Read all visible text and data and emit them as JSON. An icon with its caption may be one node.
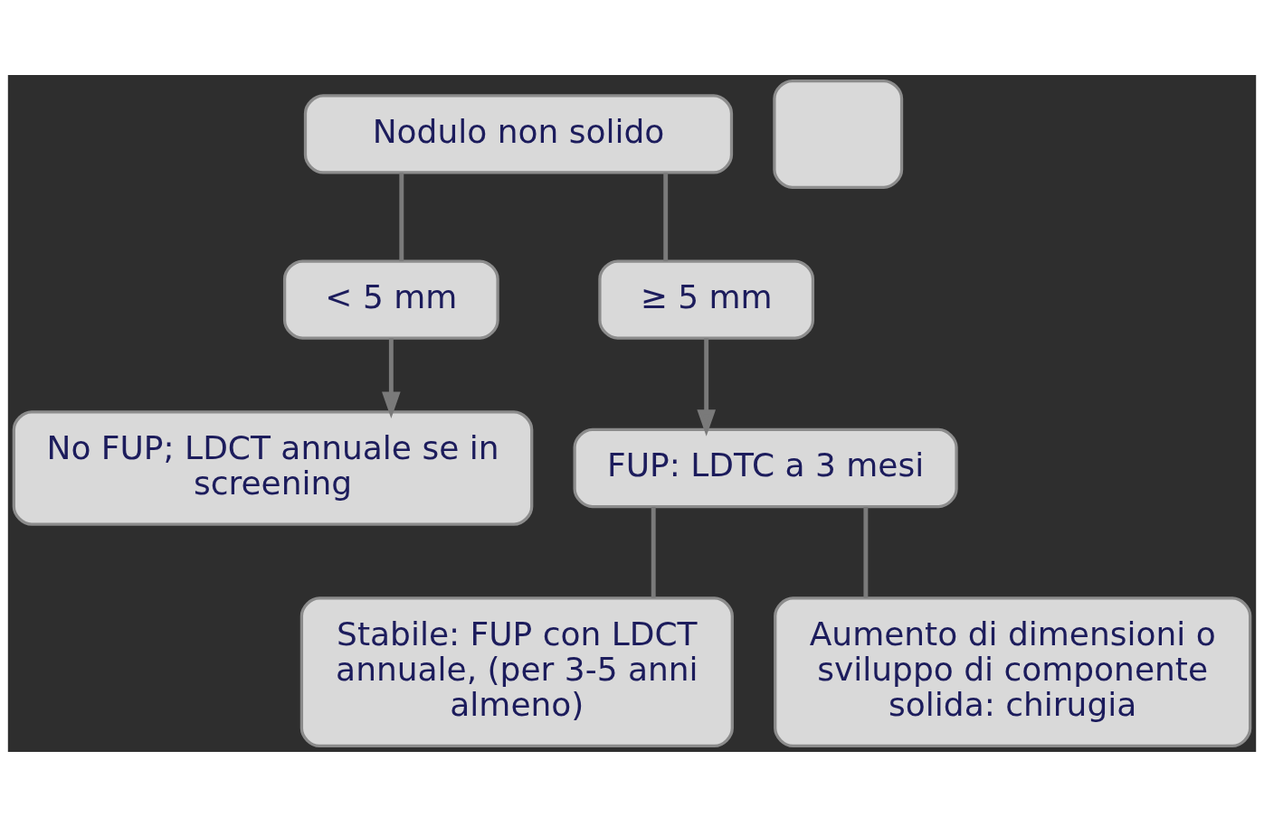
{
  "diagram": {
    "nodes": [
      {
        "text": [
          "Nodulo non solido"
        ]
      },
      {
        "text": [
          "< 5 mm"
        ]
      },
      {
        "text": [
          "≥ 5 mm"
        ]
      },
      {
        "text": [
          "No FUP; LDCT annuale se in screening"
        ]
      },
      {
        "text": [
          "FUP: LDTC a 3 mesi"
        ]
      },
      {
        "text": [
          "Stabile: FUP con LDCT annuale, (per 3-5 anni almeno)"
        ]
      },
      {
        "text": [
          "Aumento di dimensioni o sviluppo di componente solida: chirugia"
        ]
      },
      {
        "text": [],
        "shape": "box"
      }
    ],
    "edges": [
      {
        "from": 0,
        "to": 1,
        "arrow": "none"
      },
      {
        "from": 0,
        "to": 2,
        "arrow": "none"
      },
      {
        "from": 1,
        "to": 3,
        "arrow": "to"
      },
      {
        "from": 2,
        "to": 4,
        "arrow": "to"
      },
      {
        "from": 4,
        "to": 5,
        "arrow": "none"
      },
      {
        "from": 4,
        "to": 6,
        "arrow": "none"
      }
    ]
  }
}
